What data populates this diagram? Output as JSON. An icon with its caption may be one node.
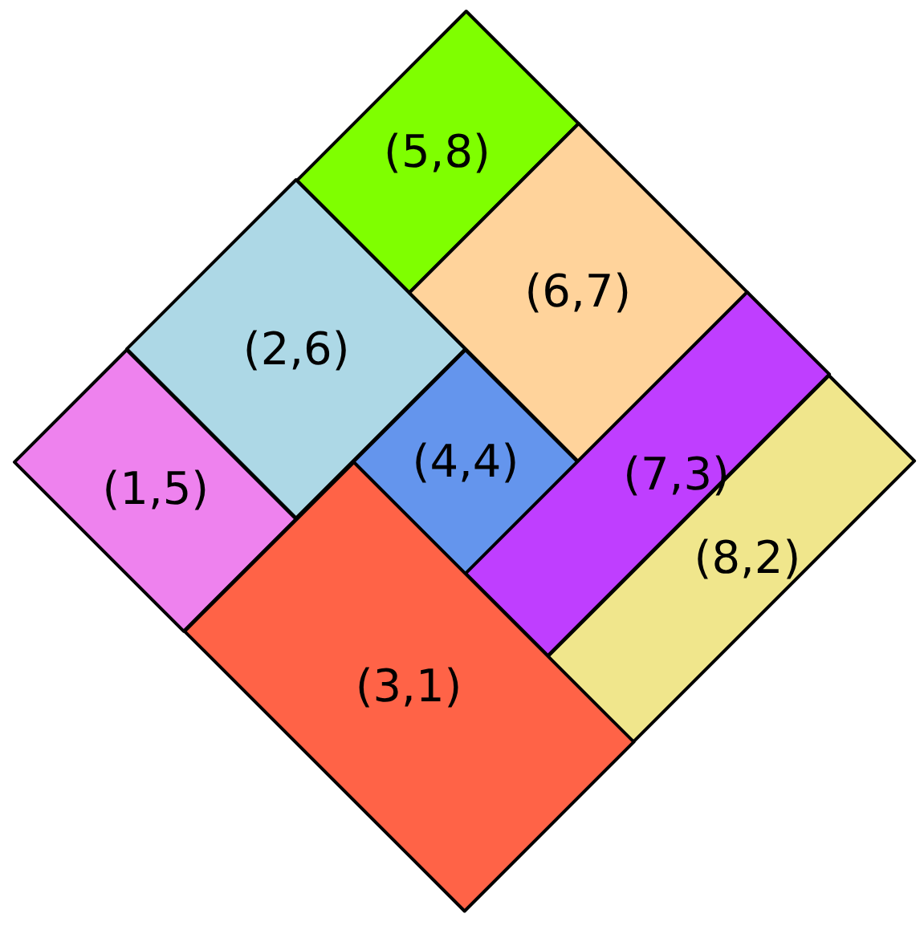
{
  "diagram": {
    "nodes": [
      {
        "text": [
          "(5,8)"
        ]
      },
      {
        "text": [
          "(2,6)"
        ]
      },
      {
        "text": [
          "(6,7)"
        ]
      },
      {
        "text": [
          "(1,5)"
        ]
      },
      {
        "text": [
          "(4,4)"
        ]
      },
      {
        "text": [
          "(7,3)"
        ]
      },
      {
        "text": [
          "(8,2)"
        ]
      },
      {
        "text": [
          "(3,1)"
        ]
      }
    ]
  }
}
